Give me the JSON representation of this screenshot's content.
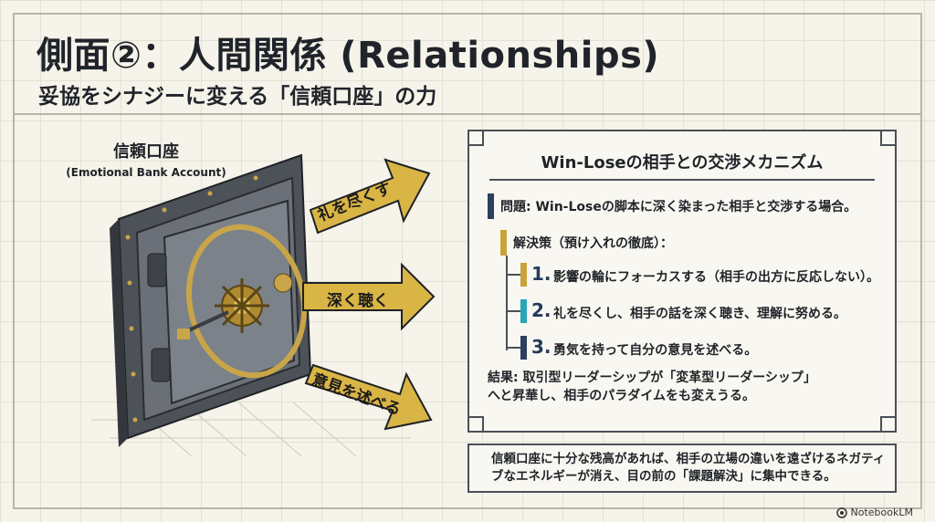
{
  "title": "側面②：人間関係 (Relationships)",
  "subtitle": "妥協をシナジーに変える「信頼口座」の力",
  "vault": {
    "label_jp": "信頼口座",
    "label_en": "(Emotional Bank Account)",
    "arrows": [
      "礼を尽くす",
      "深く聴く",
      "意見を述べる"
    ]
  },
  "panel": {
    "title": "Win-Loseの相手との交渉メカニズム",
    "problem": "問題: Win-Loseの脚本に深く染まった相手と交渉する場合。",
    "solution": "解決策（預け入れの徹底）：",
    "steps": [
      {
        "num": "1.",
        "text": "影響の輪にフォーカスする（相手の出方に反応しない）。"
      },
      {
        "num": "2.",
        "text": "礼を尽くし、相手の話を深く聴き、理解に努める。"
      },
      {
        "num": "3.",
        "text": "勇気を持って自分の意見を述べる。"
      }
    ],
    "result_line1": "結果: 取引型リーダーシップが「変革型リーダーシップ」",
    "result_line2": "へと昇華し、相手のパラダイムをも変えうる。"
  },
  "note": {
    "line1": "信頼口座に十分な残高があれば、相手の立場の違いを遠ざけるネガティ",
    "line2": "ブなエネルギーが消え、目の前の「課題解決」に集中できる。"
  },
  "brand": "NotebookLM",
  "colors": {
    "step1": "#c9a23a",
    "step2": "#2aa6b8",
    "step3": "#2d3f5e",
    "problem_bar": "#2d3f5e",
    "solution_bar": "#c9a23a",
    "arrow_gold": "#d9b545"
  }
}
